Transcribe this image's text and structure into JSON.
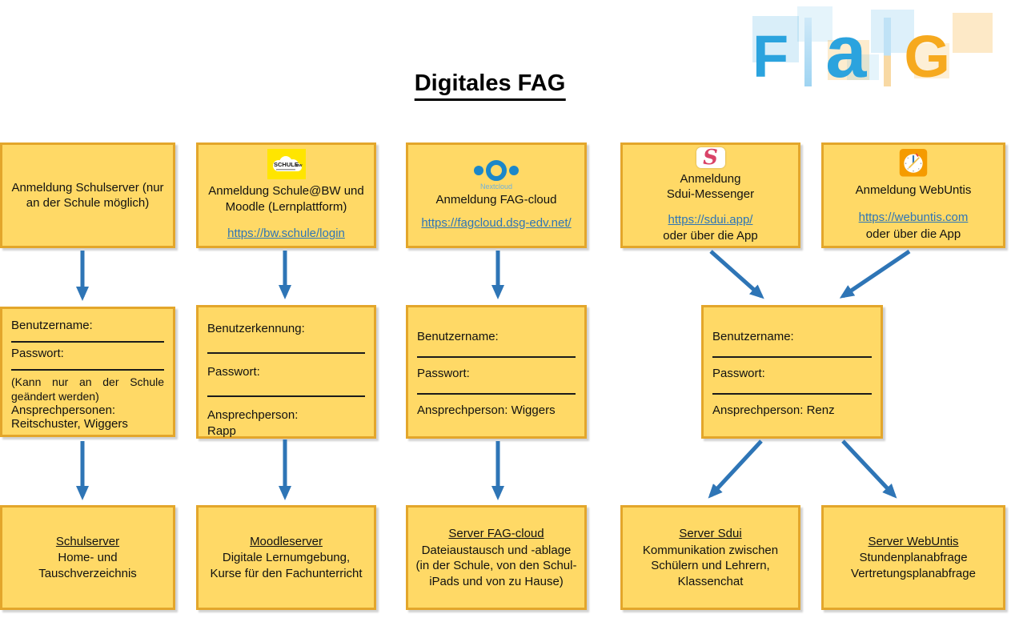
{
  "title": "Digitales FAG",
  "logo": {
    "letters": [
      "F",
      "a",
      "G"
    ]
  },
  "top_row": [
    {
      "heading": "Anmeldung Schulserver (nur an der Schule möglich)"
    },
    {
      "logo_text": "SCHULE",
      "logo_text_small": "BW",
      "heading": "Anmeldung Schule@BW und Moodle (Lernplattform)",
      "link": "https://bw.schule/login"
    },
    {
      "logo_caption": "Nextcloud",
      "heading": "Anmeldung FAG-cloud",
      "link": "https://fagcloud.dsg-edv.net/"
    },
    {
      "logo_letter": "S",
      "heading_line1": "Anmeldung",
      "heading_line2": "Sdui-Messenger",
      "link": "https://sdui.app/",
      "note": "oder über die App"
    },
    {
      "heading": "Anmeldung WebUntis",
      "link": "https://webuntis.com",
      "note": "oder über die App"
    }
  ],
  "credential_boxes": [
    {
      "username_label": "Benutzername:",
      "password_label": "Passwort:",
      "note": "(Kann nur an der Schule geändert werden)",
      "contact_label": "Ansprechpersonen:",
      "contact_value": "Reitschuster, Wiggers"
    },
    {
      "username_label": "Benutzerkennung:",
      "password_label": "Passwort:",
      "contact_label": "Ansprechperson:",
      "contact_value": "Rapp"
    },
    {
      "username_label": "Benutzername:",
      "password_label": "Passwort:",
      "contact_line": "Ansprechperson: Wiggers"
    },
    {
      "username_label": "Benutzername:",
      "password_label": "Passwort:",
      "contact_line": "Ansprechperson: Renz"
    }
  ],
  "server_row": [
    {
      "title": "Schulserver",
      "description": "Home- und Tauschverzeichnis"
    },
    {
      "title": "Moodleserver",
      "description": "Digitale Lernumgebung, Kurse für den Fachunterricht"
    },
    {
      "title": "Server FAG-cloud",
      "description": "Dateiaustausch und -ablage (in der Schule, von den Schul-iPads und von zu Hause)"
    },
    {
      "title": "Server Sdui",
      "description": "Kommunikation zwischen Schülern und Lehrern, Klassenchat"
    },
    {
      "title": "Server WebUntis",
      "description": "Stundenplanabfrage Vertretungsplanabfrage"
    }
  ],
  "colors": {
    "box_fill": "#FFD966",
    "box_border": "#E3A62B",
    "arrow": "#2E75B6",
    "link": "#2E75B6",
    "nextcloud": "#1B87C9",
    "sdui": "#D94368",
    "webuntis": "#F59B00",
    "schulebw": "#FFE500",
    "logo_blue": "#2BA3DE",
    "logo_orange": "#F6A91E"
  }
}
